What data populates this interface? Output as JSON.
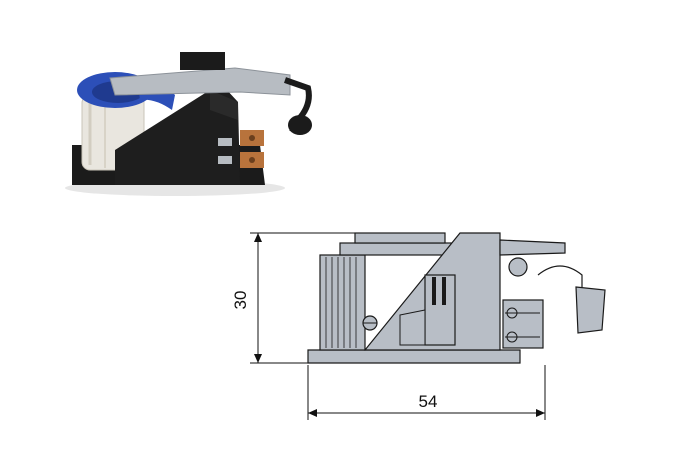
{
  "drawing": {
    "dimension_height": "30",
    "dimension_width": "54"
  },
  "colors": {
    "drawing_fill": "#b8bec6",
    "drawing_stroke": "#1a1a1a",
    "photo_black": "#1b1b1b",
    "photo_blue": "#2c4fb8",
    "photo_coil": "#e9e6df",
    "photo_metal": "#b7bcc2",
    "photo_copper": "#b8733c"
  },
  "icons": {
    "product_photo": "relay-solenoid-photo",
    "technical_drawing": "relay-section-drawing"
  }
}
